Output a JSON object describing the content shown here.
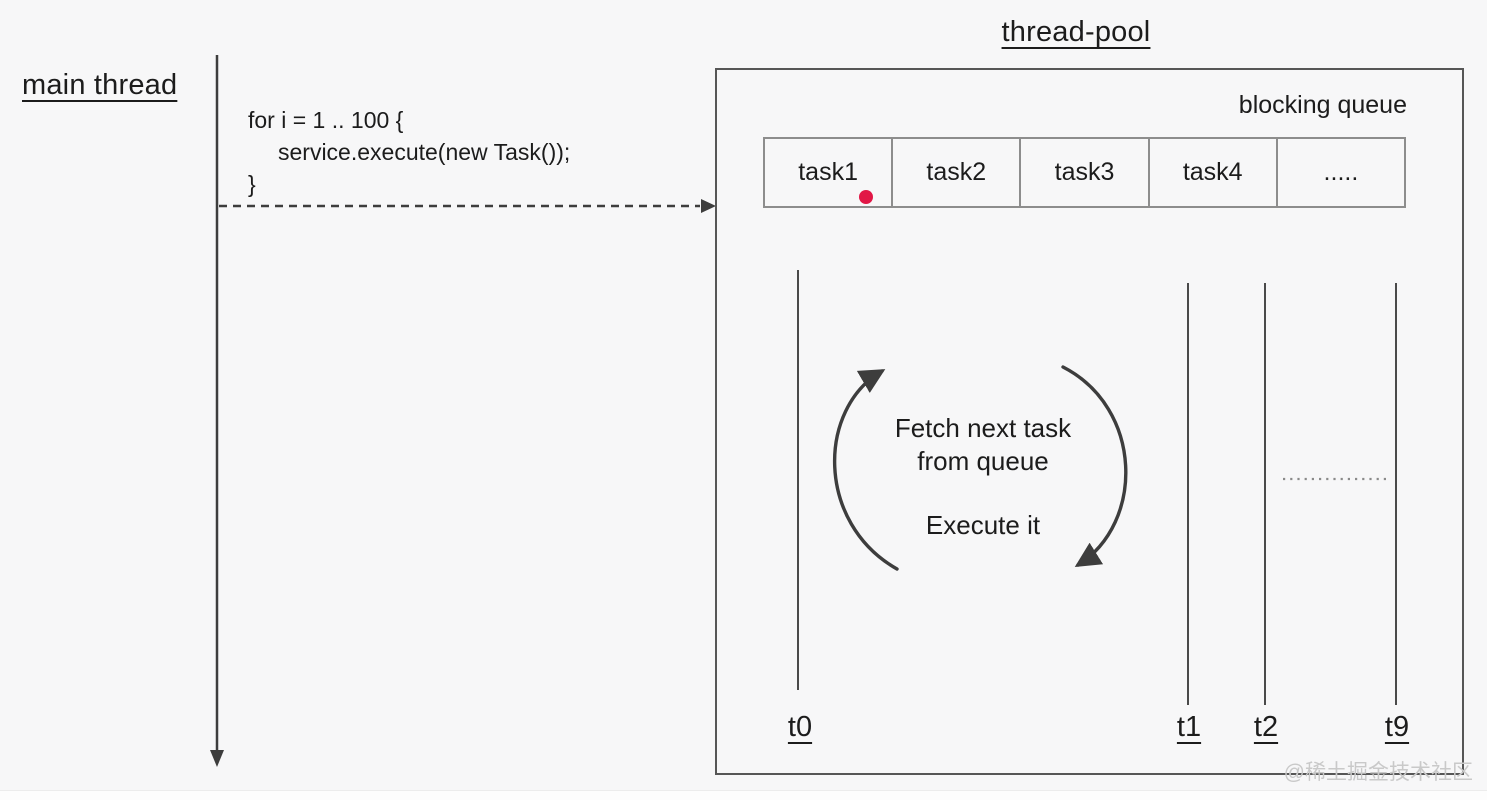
{
  "main_thread": {
    "title": "main thread",
    "code": {
      "line1": "for i = 1 .. 100 {",
      "line2": "service.execute(new Task());",
      "line3": "}"
    }
  },
  "thread_pool": {
    "title": "thread-pool",
    "queue": {
      "label": "blocking queue",
      "cells": [
        "task1",
        "task2",
        "task3",
        "task4",
        "....."
      ]
    },
    "worker_loop": {
      "line1": "Fetch next task",
      "line2": "from queue",
      "line3": "Execute it"
    },
    "threads": [
      {
        "label": "t0"
      },
      {
        "label": "t1"
      },
      {
        "label": "t2"
      },
      {
        "label": "t9"
      }
    ]
  },
  "watermark": "@稀土掘金技术社区",
  "colors": {
    "task_marker": "#e11746",
    "stroke": "#3d3d3d",
    "background": "#f7f7f8"
  }
}
